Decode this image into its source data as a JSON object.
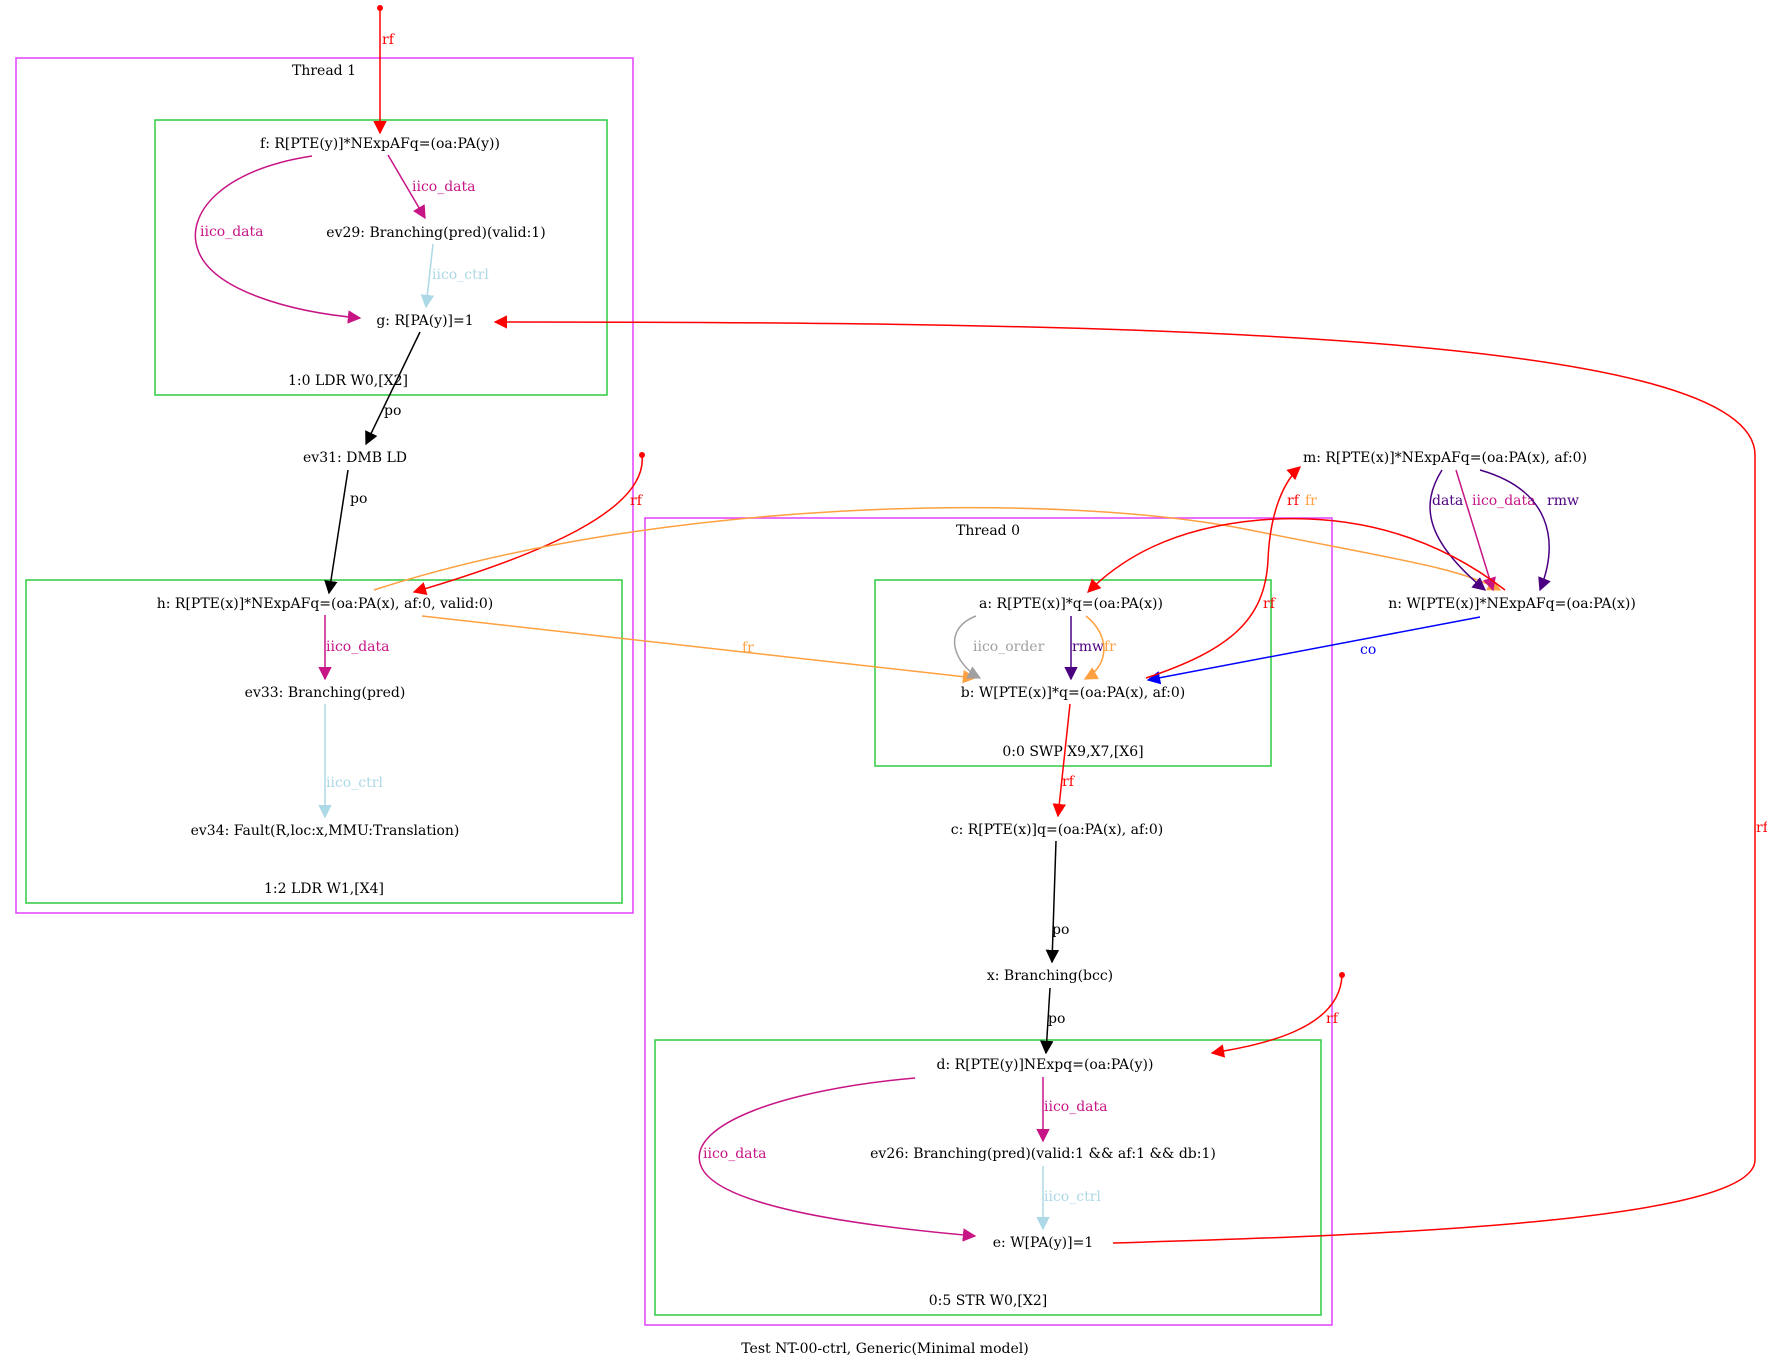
{
  "caption": "Test NT-00-ctrl, Generic(Minimal model)",
  "colors": {
    "cluster_thread": "#e040fb",
    "cluster_instr": "#2ecc40",
    "rf": "#ff0000",
    "po": "#000000",
    "iico_data": "#c71585",
    "iico_ctrl": "#add8e6",
    "iico_order": "#a0a0a0",
    "rmw": "#4b0082",
    "fr": "#ffa040",
    "co": "#0000ff",
    "data": "#4b0082"
  },
  "clusters": {
    "thread1": "Thread 1",
    "thread0": "Thread 0",
    "instr_t1_0": "1:0 LDR W0,[X2]",
    "instr_t1_2": "1:2 LDR W1,[X4]",
    "instr_t0_0": "0:0 SWP X9,X7,[X6]",
    "instr_t0_5": "0:5 STR W0,[X2]"
  },
  "nodes": {
    "f": "f: R[PTE(y)]*NExpAFq=(oa:PA(y))",
    "ev29": "ev29: Branching(pred)(valid:1)",
    "g": "g: R[PA(y)]=1",
    "ev31": "ev31: DMB LD",
    "h": "h: R[PTE(x)]*NExpAFq=(oa:PA(x), af:0, valid:0)",
    "ev33": "ev33: Branching(pred)",
    "ev34": "ev34: Fault(R,loc:x,MMU:Translation)",
    "m": "m: R[PTE(x)]*NExpAFq=(oa:PA(x), af:0)",
    "n": "n: W[PTE(x)]*NExpAFq=(oa:PA(x))",
    "a": "a: R[PTE(x)]*q=(oa:PA(x))",
    "b": "b: W[PTE(x)]*q=(oa:PA(x), af:0)",
    "c": "c: R[PTE(x)]q=(oa:PA(x), af:0)",
    "x": "x: Branching(bcc)",
    "d": "d: R[PTE(y)]NExpq=(oa:PA(y))",
    "ev26": "ev26: Branching(pred)(valid:1 && af:1 && db:1)",
    "e": "e: W[PA(y)]=1"
  },
  "edge_labels": {
    "rf": "rf",
    "po": "po",
    "iico_data": "iico_data",
    "iico_ctrl": "iico_ctrl",
    "iico_order": "iico_order",
    "rmw": "rmw",
    "fr": "fr",
    "co": "co",
    "data": "data"
  }
}
